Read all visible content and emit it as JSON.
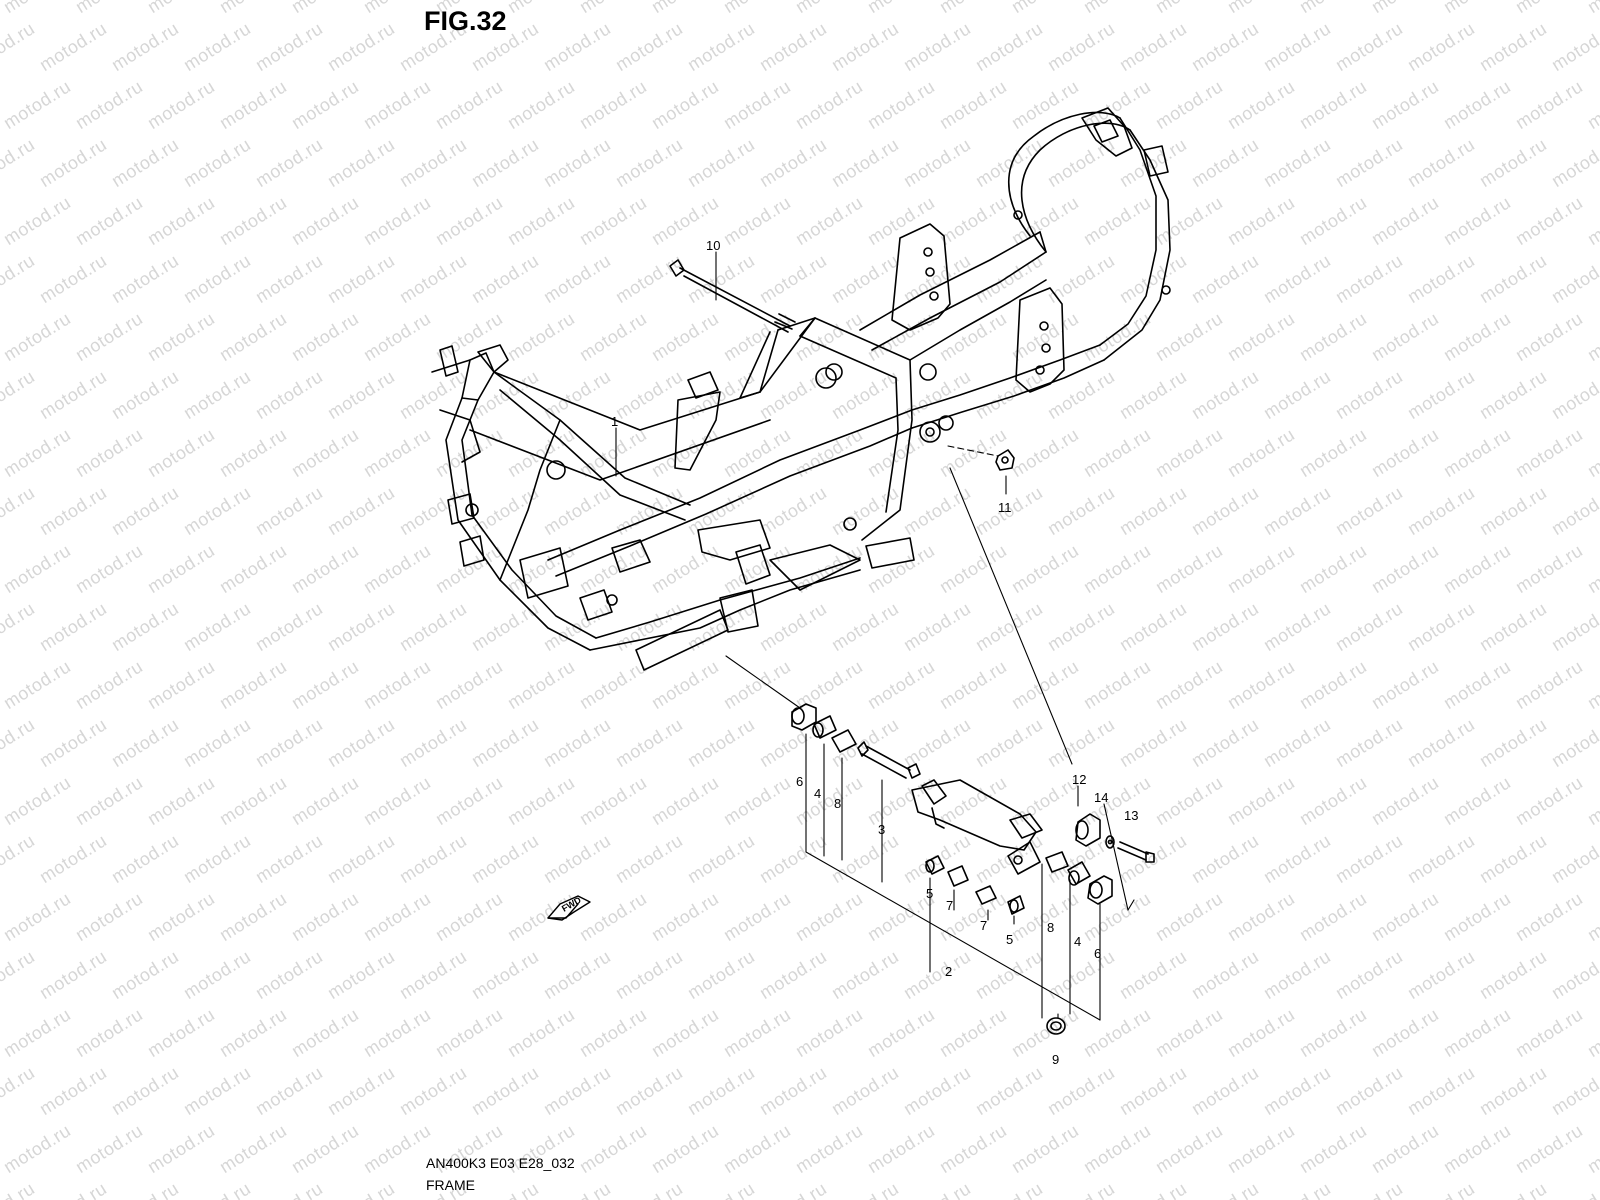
{
  "figure": {
    "title": "FIG.32",
    "code": "AN400K3 E03 E28_032",
    "name": "FRAME"
  },
  "watermark": {
    "text": "motod.ru"
  },
  "fwd_label": "FWD",
  "callouts": [
    "1",
    "10",
    "11",
    "12",
    "14",
    "13",
    "6",
    "4",
    "8",
    "3",
    "5",
    "7",
    "7",
    "5",
    "2",
    "8",
    "4",
    "6",
    "9"
  ]
}
